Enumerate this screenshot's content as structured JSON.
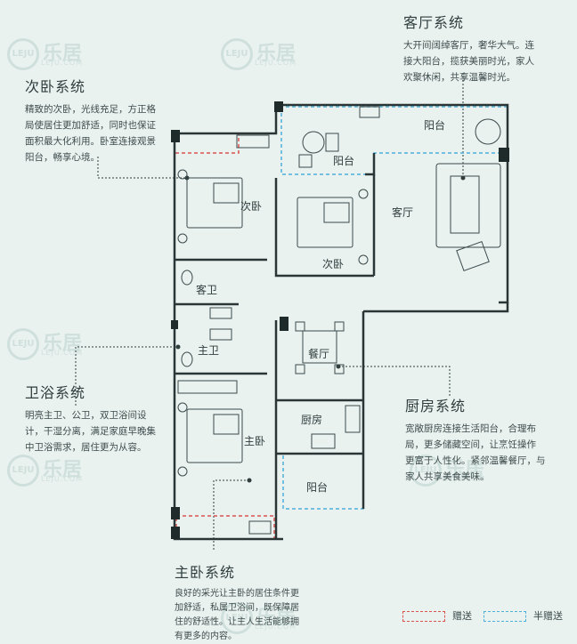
{
  "callouts": {
    "living": {
      "title": "客厅系统",
      "lines": [
        "大开间阔绰客厅，奢华大气。连",
        "接大阳台，揽获美丽时光，家人",
        "欢聚休闲，共享温馨时光。"
      ]
    },
    "second_bedroom": {
      "title": "次卧系统",
      "lines": [
        "精致的次卧，光线充足，方正格",
        "局使居住更加舒适，同时也保证",
        "面积最大化利用。卧室连接观景",
        "阳台，畅享心境。"
      ]
    },
    "bathroom": {
      "title": "卫浴系统",
      "lines": [
        "明亮主卫、公卫，双卫浴间设",
        "计，干湿分离，满足家庭早晚集",
        "中卫浴需求，居住更为从容。"
      ]
    },
    "kitchen": {
      "title": "厨房系统",
      "lines": [
        "宽敞厨房连接生活阳台，合理布",
        "局，更多储藏空间，让烹饪操作",
        "更富于人性化。紧邻温馨餐厅，与",
        "家人共享美食美味。"
      ]
    },
    "master": {
      "title": "主卧系统",
      "lines": [
        "良好的采光让主卧的居住条件更",
        "加舒适，私属卫浴间，既保障居",
        "住的舒适性。让主人生活能够拥",
        "有更多的内容。"
      ]
    }
  },
  "rooms": {
    "balcony_big": "阳台",
    "balcony_mid": "阳台",
    "second_bed_a": "次卧",
    "second_bed_b": "次卧",
    "living": "客厅",
    "guest_bath": "客卫",
    "master_bath": "主卫",
    "dining": "餐厅",
    "kitchen": "厨房",
    "master_bed": "主卧",
    "balcony_kitchen": "阳台"
  },
  "legend": {
    "gift": "赠送",
    "half_gift": "半赠送"
  },
  "watermark": {
    "brand": "乐居",
    "logo": "LEJU",
    "site": "LEJU.COM"
  },
  "colors": {
    "wall": "#1f2b2b",
    "gift_line": "#d9534f",
    "half_gift_line": "#4fb0d9",
    "background": "#eaf2f0"
  }
}
